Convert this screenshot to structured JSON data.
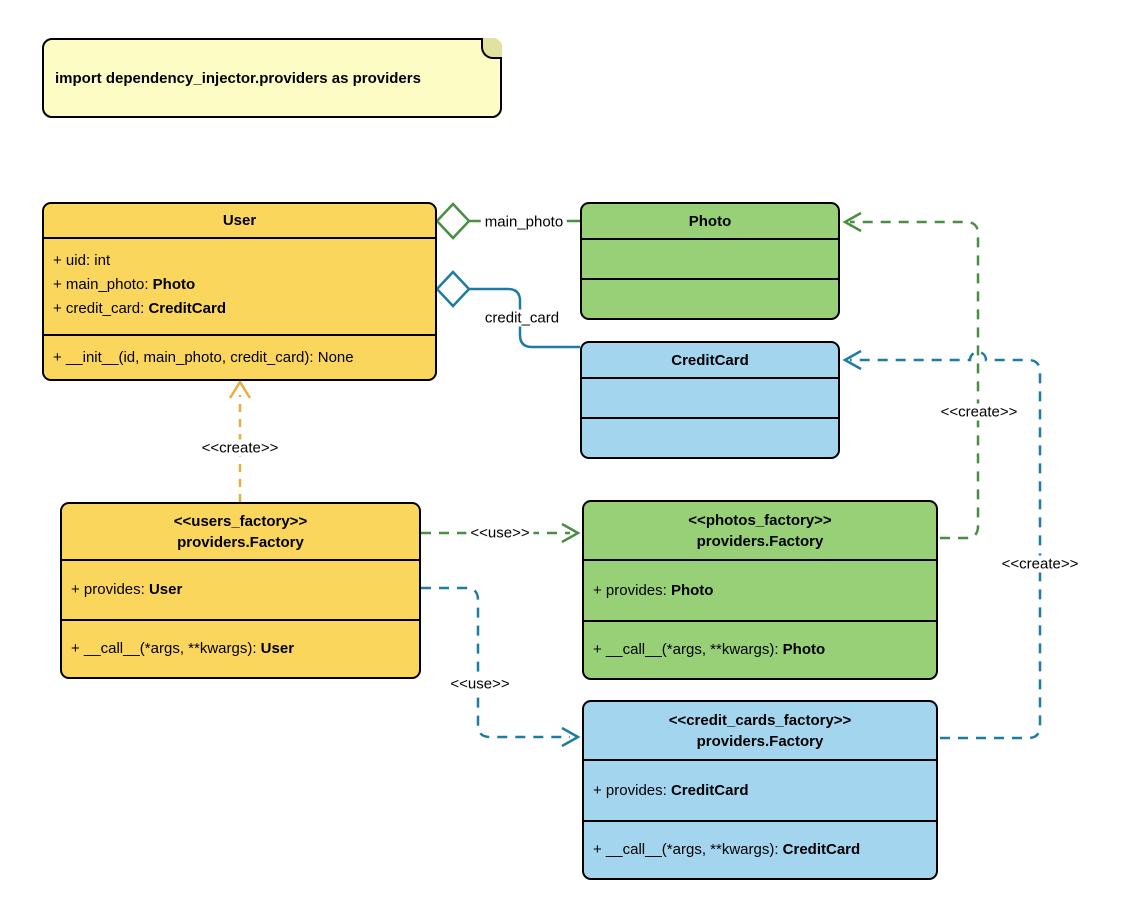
{
  "colors": {
    "yellow_fill": "#FBD65D",
    "green_fill": "#97D077",
    "blue_fill": "#A3D5EF",
    "note_fill": "#FCFCC4",
    "gold_edge": "#E6AF3C",
    "green_edge": "#4A8E44",
    "blue_edge": "#1E7CA0"
  },
  "note": {
    "text": "import dependency_injector.providers as providers"
  },
  "classes": {
    "user": {
      "title": "User",
      "attributes": [
        {
          "prefix": "+ uid: int",
          "type": ""
        },
        {
          "prefix": "+ main_photo: ",
          "type": "Photo"
        },
        {
          "prefix": "+ credit_card: ",
          "type": "CreditCard"
        }
      ],
      "methods": [
        {
          "prefix": "+ __init__(id, main_photo, credit_card): None",
          "type": ""
        }
      ]
    },
    "photo": {
      "title": "Photo"
    },
    "creditCard": {
      "title": "CreditCard"
    },
    "usersFactory": {
      "stereotype": "<<users_factory>>",
      "title": "providers.Factory",
      "attributes": [
        {
          "prefix": "+ provides: ",
          "type": "User"
        }
      ],
      "methods": [
        {
          "prefix": "+ __call__(*args, **kwargs): ",
          "type": "User"
        }
      ]
    },
    "photosFactory": {
      "stereotype": "<<photos_factory>>",
      "title": "providers.Factory",
      "attributes": [
        {
          "prefix": "+ provides: ",
          "type": "Photo"
        }
      ],
      "methods": [
        {
          "prefix": "+ __call__(*args, **kwargs): ",
          "type": "Photo"
        }
      ]
    },
    "creditCardsFactory": {
      "stereotype": "<<credit_cards_factory>>",
      "title": "providers.Factory",
      "attributes": [
        {
          "prefix": "+ provides: ",
          "type": "CreditCard"
        }
      ],
      "methods": [
        {
          "prefix": "+ __call__(*args, **kwargs): ",
          "type": "CreditCard"
        }
      ]
    }
  },
  "edges": {
    "mainPhoto": "main_photo",
    "creditCard": "credit_card",
    "createUser": "<<create>>",
    "usePhotos": "<<use>>",
    "useCreditCards": "<<use>>",
    "createPhoto": "<<create>>",
    "createCreditCard": "<<create>>"
  }
}
